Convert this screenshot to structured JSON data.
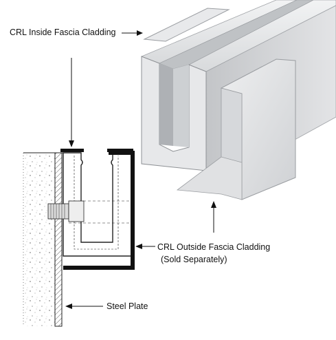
{
  "labels": {
    "inside_cladding": "CRL Inside Fascia Cladding",
    "outside_cladding": "CRL Outside Fascia Cladding",
    "sold_separately": "(Sold Separately)",
    "steel_plate": "Steel Plate"
  },
  "colors": {
    "aluminum_light": "#e6e7e9",
    "aluminum_mid": "#c9cbce",
    "aluminum_dark": "#a7aaae",
    "cladding_black": "#111111",
    "line": "#222222"
  }
}
